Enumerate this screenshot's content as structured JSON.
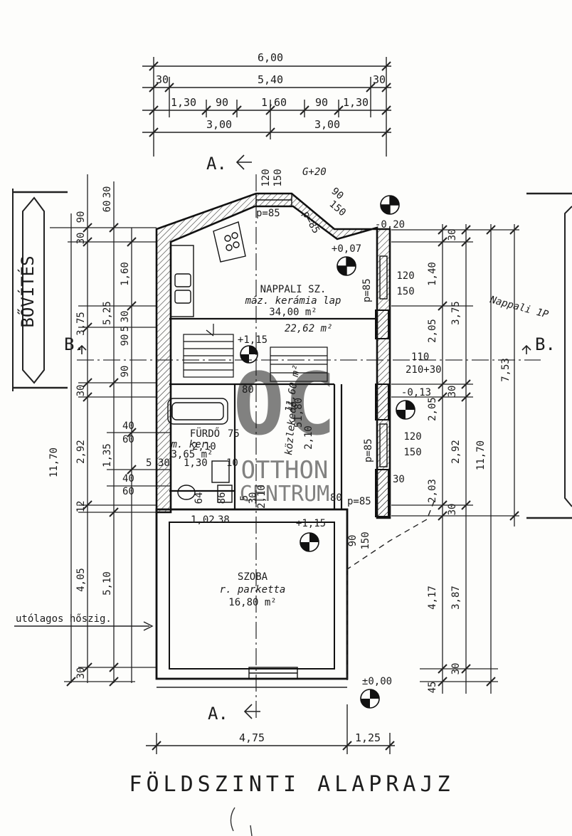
{
  "title": "FÖLDSZINTI ALAPRAJZ",
  "extension_label": "BŐVÍTÉS",
  "watermark": {
    "logo": "OC",
    "line1": "OTTHON",
    "line2": "CENTRUM",
    "color": "#8a8a8a"
  },
  "sections": {
    "a_top": "A.",
    "a_bottom": "A.",
    "b_left": "B.",
    "b_right": "B."
  },
  "levels": {
    "outside": "-0,20",
    "living": "+0,07",
    "hall": "+1,15",
    "side": "-0,13",
    "room": "+1,15",
    "zero": "±0,00"
  },
  "rooms": {
    "living": {
      "name": "NAPPALI SZ.",
      "floor": "máz. kerámia lap",
      "area": "34,00 m²"
    },
    "bath": {
      "name": "FÜRDŐ",
      "floor": "m. ker.",
      "area": "3,65 m²"
    },
    "room": {
      "name": "SZOBA",
      "floor": "r. parketta",
      "area": "16,80 m²"
    }
  },
  "top_dims": {
    "overall": "6,00",
    "inner": "5,40",
    "wall_l": "30",
    "wall_r": "30",
    "row3": [
      "1,30",
      "90",
      "1,60",
      "90",
      "1,30"
    ],
    "half_l": "3,00",
    "half_r": "3,00"
  },
  "bottom_dims": {
    "left": "4,75",
    "right": "1,25"
  },
  "left_dims": {
    "c1": [
      "90",
      "30",
      "3,75",
      "90",
      "30",
      "2,92",
      "40",
      "60",
      "12",
      "4,05",
      "30"
    ],
    "c2": [
      "60",
      "30",
      "1,60",
      "30",
      "5",
      "90",
      "1,35",
      "5",
      "30",
      "40",
      "60"
    ],
    "c3": [
      "5,25",
      "5,10"
    ],
    "overall": "11,70"
  },
  "right_dims": {
    "c1": [
      "30",
      "1,40",
      "2,05",
      "30",
      "2,05",
      "2,92",
      "30",
      "2,03",
      "30",
      "4,17",
      "45"
    ],
    "c2": [
      "3,75",
      "30",
      "2,92",
      "3,87",
      "30"
    ],
    "c3": "11,70",
    "c4": "7,53"
  },
  "openings": [
    "p=85",
    "p=85",
    "p=85",
    "p=85",
    "p=85",
    "120",
    "150",
    "120",
    "150",
    "120",
    "150",
    "90",
    "150",
    "90",
    "150"
  ],
  "misc_dims": [
    "2,10",
    "75",
    "1,30",
    "10",
    "80",
    "80",
    "51,80",
    "2,10",
    "1,02",
    "38",
    "2,10",
    "5",
    "30",
    "64",
    "86",
    "210+30",
    "110",
    "30"
  ],
  "notes": {
    "insulation": "utólagos hőszig.",
    "pen_1": "G+20",
    "pen_2": "22,62 m²",
    "pen_3": "11,60 m²",
    "pen_4": "közlekedő",
    "pen_5": "Nappali 1P"
  }
}
